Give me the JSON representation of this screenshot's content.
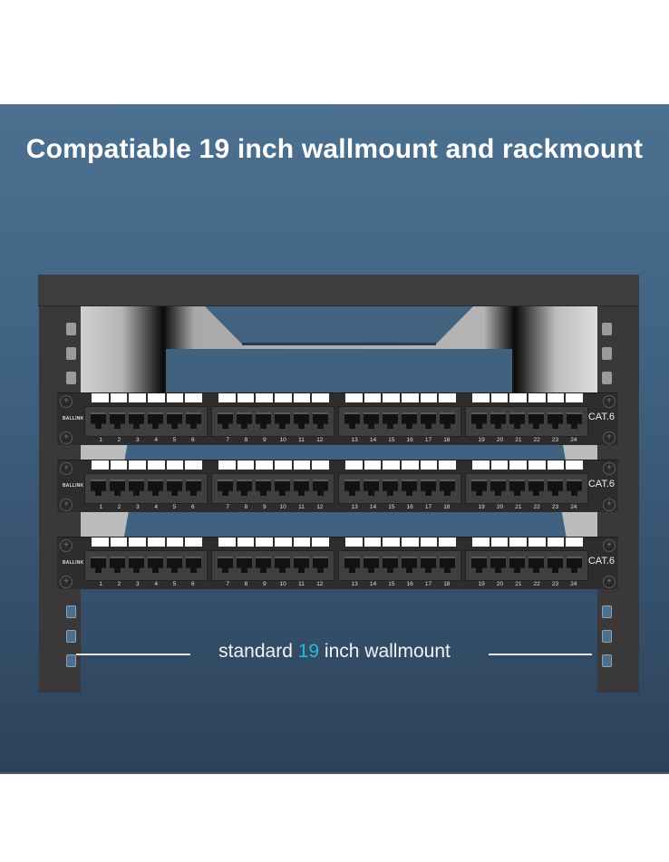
{
  "headline": "Compatiable 19 inch wallmount and rackmount",
  "caption": {
    "before": "standard ",
    "accent": "19",
    "after": " inch wallmount",
    "accent_color": "#2ab8e0"
  },
  "colors": {
    "background_top": "#4c7090",
    "background_bottom": "#2d4258",
    "rack": "#3a3838"
  },
  "patch_panels": [
    {
      "brand": "BALLINK",
      "category": "CAT.6",
      "groups": [
        [
          "1",
          "2",
          "3",
          "4",
          "5",
          "6"
        ],
        [
          "7",
          "8",
          "9",
          "10",
          "11",
          "12"
        ],
        [
          "13",
          "14",
          "15",
          "16",
          "17",
          "18"
        ],
        [
          "19",
          "20",
          "21",
          "22",
          "23",
          "24"
        ]
      ]
    },
    {
      "brand": "BALLINK",
      "category": "CAT.6",
      "groups": [
        [
          "1",
          "2",
          "3",
          "4",
          "5",
          "6"
        ],
        [
          "7",
          "8",
          "9",
          "10",
          "11",
          "12"
        ],
        [
          "13",
          "14",
          "15",
          "16",
          "17",
          "18"
        ],
        [
          "19",
          "20",
          "21",
          "22",
          "23",
          "24"
        ]
      ]
    },
    {
      "brand": "BALLINK",
      "category": "CAT.6",
      "groups": [
        [
          "1",
          "2",
          "3",
          "4",
          "5",
          "6"
        ],
        [
          "7",
          "8",
          "9",
          "10",
          "11",
          "12"
        ],
        [
          "13",
          "14",
          "15",
          "16",
          "17",
          "18"
        ],
        [
          "19",
          "20",
          "21",
          "22",
          "23",
          "24"
        ]
      ]
    }
  ]
}
